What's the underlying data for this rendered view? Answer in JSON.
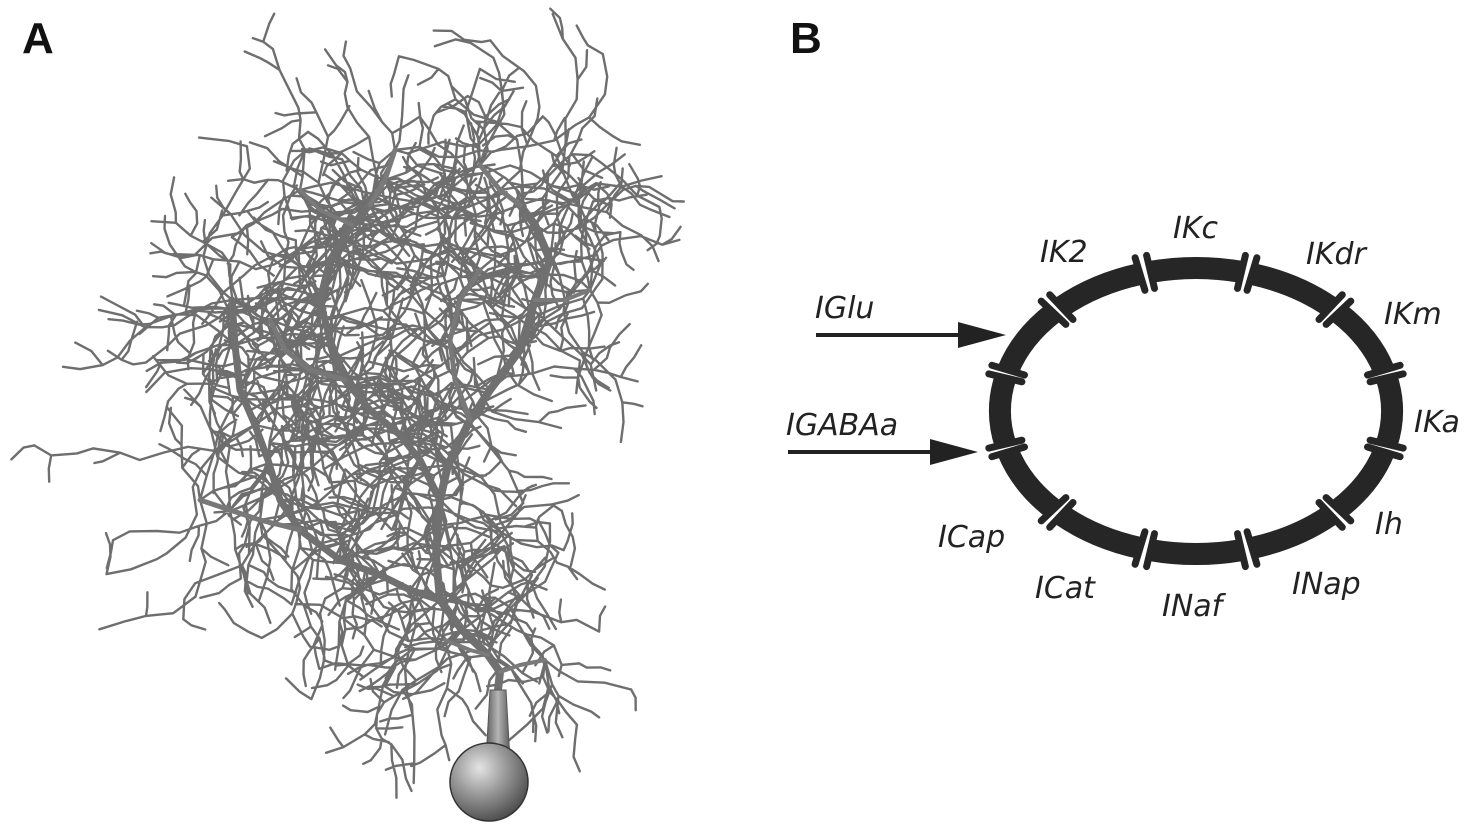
{
  "panels": {
    "a_label": "A",
    "b_label": "B"
  },
  "channels": [
    {
      "id": "ik2",
      "label": "IK2"
    },
    {
      "id": "ikc",
      "label": "IKc"
    },
    {
      "id": "ikdr",
      "label": "IKdr"
    },
    {
      "id": "ikm",
      "label": "IKm"
    },
    {
      "id": "ika",
      "label": "IKa"
    },
    {
      "id": "ih",
      "label": "Ih"
    },
    {
      "id": "inap",
      "label": "INap"
    },
    {
      "id": "inaf",
      "label": "INaf"
    },
    {
      "id": "icat",
      "label": "ICat"
    },
    {
      "id": "icap",
      "label": "ICap"
    }
  ],
  "inputs": [
    {
      "id": "iglu",
      "label": "IGlu"
    },
    {
      "id": "igabaa",
      "label": "IGABAa"
    }
  ],
  "colors": {
    "ring": "#262626",
    "dendrite": "#6e6e6e",
    "text": "#222222"
  }
}
